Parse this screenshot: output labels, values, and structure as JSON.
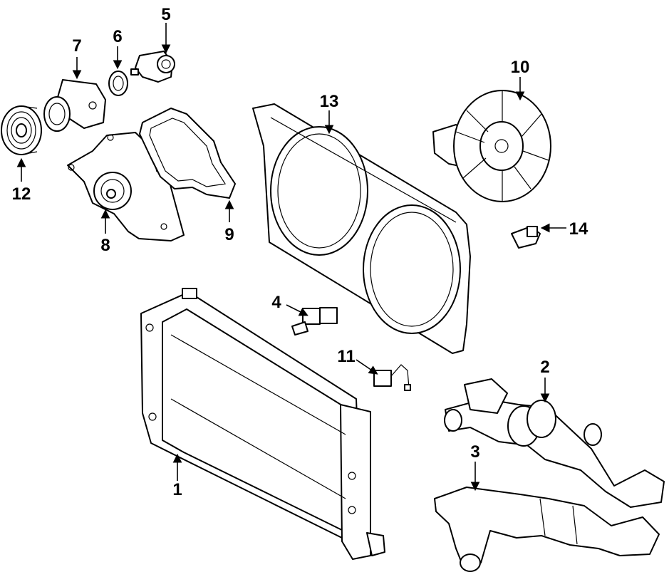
{
  "diagram": {
    "callouts": {
      "c1": "1",
      "c2": "2",
      "c3": "3",
      "c4": "4",
      "c5": "5",
      "c6": "6",
      "c7": "7",
      "c8": "8",
      "c9": "9",
      "c10": "10",
      "c11": "11",
      "c12": "12",
      "c13": "13",
      "c14": "14"
    }
  },
  "colors": {
    "line": "#000000",
    "background": "#ffffff"
  }
}
